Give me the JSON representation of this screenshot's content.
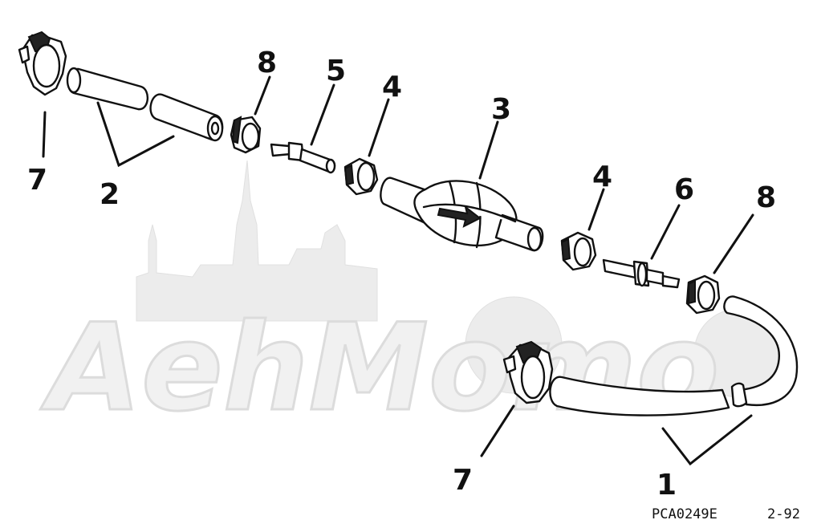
{
  "watermark": {
    "text": "AehMomo"
  },
  "callouts": {
    "c1": "1",
    "c2": "2",
    "c3": "3",
    "c4a": "4",
    "c4b": "4",
    "c5": "5",
    "c6": "6",
    "c7a": "7",
    "c7b": "7",
    "c8a": "8",
    "c8b": "8"
  },
  "footer": {
    "code": "PCA0249E",
    "page": "2-92"
  }
}
